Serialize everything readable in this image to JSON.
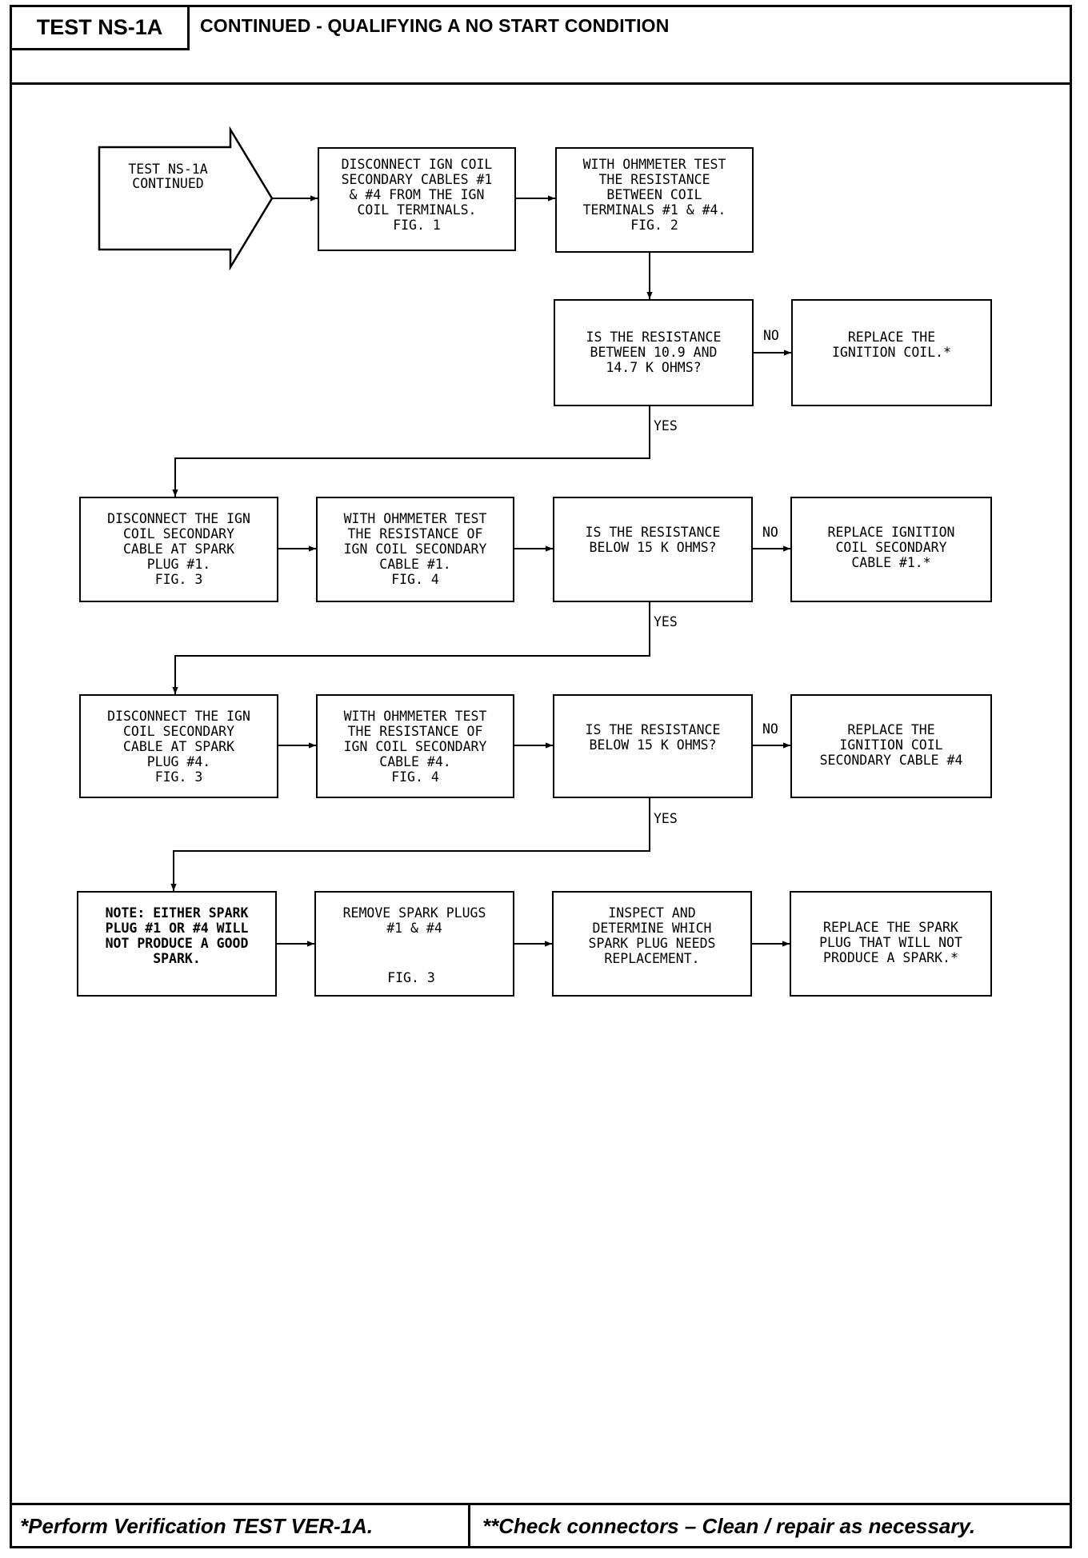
{
  "header": {
    "test_id": "TEST NS-1A",
    "title": "CONTINUED -  QUALIFYING A NO START CONDITION"
  },
  "footer": {
    "left": "*Perform Verification TEST VER-1A.",
    "right": "**Check connectors – Clean / repair as necessary."
  },
  "flowchart": {
    "start": "TEST NS-1A\nCONTINUED",
    "step1": "DISCONNECT IGN COIL\nSECONDARY CABLES #1\n& #4 FROM THE IGN\nCOIL TERMINALS.\nFIG. 1",
    "step2": "WITH OHMMETER TEST\nTHE RESISTANCE\nBETWEEN COIL\nTERMINALS #1 & #4.\nFIG. 2",
    "q1": "IS THE RESISTANCE\nBETWEEN 10.9 AND\n14.7 K OHMS?",
    "r1": "REPLACE THE\nIGNITION COIL.*",
    "row2_a": "DISCONNECT THE IGN\nCOIL SECONDARY\nCABLE AT SPARK\nPLUG #1.\nFIG. 3",
    "row2_b": "WITH OHMMETER TEST\nTHE RESISTANCE OF\nIGN COIL SECONDARY\nCABLE #1.\nFIG. 4",
    "q2": "IS THE RESISTANCE\nBELOW 15 K OHMS?",
    "r2": "REPLACE IGNITION\nCOIL SECONDARY\nCABLE #1.*",
    "row3_a": "DISCONNECT THE IGN\nCOIL SECONDARY\nCABLE AT SPARK\nPLUG #4.\nFIG. 3",
    "row3_b": "WITH OHMMETER TEST\nTHE RESISTANCE OF\nIGN COIL SECONDARY\nCABLE #4.\nFIG. 4",
    "q3": "IS THE RESISTANCE\nBELOW 15 K OHMS?",
    "r3": "REPLACE THE\nIGNITION COIL\nSECONDARY CABLE #4",
    "row4_a": "NOTE: EITHER SPARK\nPLUG #1 OR #4 WILL\nNOT PRODUCE A GOOD\nSPARK.",
    "row4_b": "REMOVE SPARK PLUGS\n#1 & #4",
    "row4_b_fig": "FIG. 3",
    "row4_c": "INSPECT AND\nDETERMINE WHICH\nSPARK PLUG NEEDS\nREPLACEMENT.",
    "row4_d": "REPLACE THE SPARK\nPLUG THAT WILL NOT\nPRODUCE A SPARK.*",
    "yes": "YES",
    "no": "NO"
  }
}
